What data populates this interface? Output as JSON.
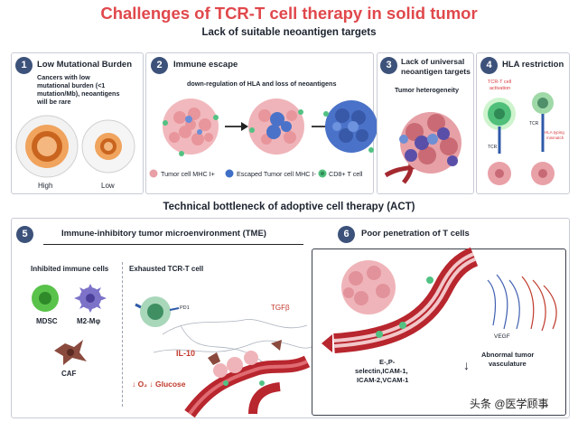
{
  "header": {
    "title": "Challenges of TCR-T cell therapy in solid tumor",
    "subtitle_top": "Lack of suitable neoantigen targets",
    "subtitle_bottom": "Technical bottleneck of adoptive cell therapy (ACT)"
  },
  "panel1": {
    "number": "1",
    "title": "Low Mutational Burden",
    "desc_line1": "Cancers with low",
    "desc_line2": "mutational burden (<1",
    "desc_line3": "mutation/Mb), neoantigens",
    "desc_line4": "will be rare",
    "label_high": "High",
    "label_low": "Low"
  },
  "panel2": {
    "number": "2",
    "title": "Immune escape",
    "desc": "down-regulation of HLA and loss of neoantigens",
    "legend_tumor": "Tumor cell MHC I+",
    "legend_escaped": "Escaped Tumor cell MHC I-",
    "legend_cd8": "CD8+ T cell"
  },
  "panel3": {
    "number": "3",
    "title_line1": "Lack of universal",
    "title_line2": "neoantigen targets",
    "desc": "Tumor heterogeneity"
  },
  "panel4": {
    "number": "4",
    "title": "HLA restriction",
    "label_activation_1": "TCR-T cell",
    "label_activation_2": "activation",
    "label_tcr_left": "TCR",
    "label_tcr_right": "TCR",
    "label_hla_1": "HLA typing",
    "label_hla_2": "mismatch"
  },
  "panel5": {
    "number": "5",
    "title": "Immune-inhibitory tumor microenvironment (TME)",
    "inhibited_title": "Inhibited immune cells",
    "label_mdsc": "MDSC",
    "label_m2": "M2-Mφ",
    "label_caf": "CAF",
    "exhausted_title": "Exhausted TCR-T cell",
    "label_pd1": "PD1",
    "label_tgfb": "TGFβ",
    "label_il10": "IL-10",
    "label_o2_glucose": "↓ O₂ ↓ Glucose"
  },
  "panel6": {
    "number": "6",
    "title": "Poor penetration of T cells",
    "label_vegf": "VEGF",
    "label_abnormal_1": "Abnormal tumor",
    "label_abnormal_2": "vasculature",
    "selectin_1": "E-,P-",
    "selectin_2": "selectin,ICAM-1,",
    "selectin_3": "ICAM-2,VCAM-1",
    "arrow_down": "↓"
  },
  "watermark": {
    "text": "头条 @医学顾事"
  },
  "colors": {
    "title_red": "#e0484c",
    "badge_blue": "#3c527a",
    "tumor_pink": "#e8a0a6",
    "escaped_blue": "#3f6fc6",
    "tcell_green": "#4fbf7a",
    "vessel_red": "#b8262e"
  }
}
